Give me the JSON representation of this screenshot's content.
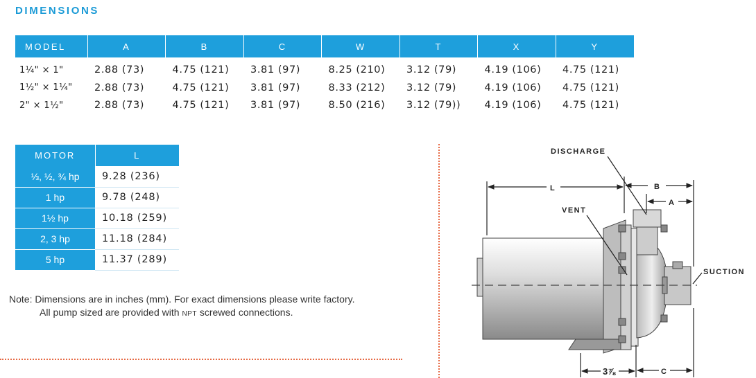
{
  "heading": "DIMENSIONS",
  "dimensions_table": {
    "headers": [
      "MODEL",
      "A",
      "B",
      "C",
      "W",
      "T",
      "X",
      "Y"
    ],
    "rows": [
      [
        "1¼\" × 1\"",
        "2.88 (73)",
        "4.75 (121)",
        "3.81 (97)",
        "8.25 (210)",
        "3.12 (79)",
        "4.19 (106)",
        "4.75 (121)"
      ],
      [
        "1½\" × 1¼\"",
        "2.88 (73)",
        "4.75 (121)",
        "3.81 (97)",
        "8.33 (212)",
        "3.12 (79)",
        "4.19 (106)",
        "4.75 (121)"
      ],
      [
        "2\" × 1½\"",
        "2.88 (73)",
        "4.75 (121)",
        "3.81 (97)",
        "8.50 (216)",
        "3.12 (79))",
        "4.19 (106)",
        "4.75 (121)"
      ]
    ]
  },
  "motor_table": {
    "headers": [
      "MOTOR",
      "L"
    ],
    "rows": [
      [
        "⅓, ½, ¾ hp",
        "9.28 (236)"
      ],
      [
        "1 hp",
        "9.78 (248)"
      ],
      [
        "1½ hp",
        "10.18 (259)"
      ],
      [
        "2, 3 hp",
        "11.18 (284)"
      ],
      [
        "5 hp",
        "11.37 (289)"
      ]
    ]
  },
  "note": {
    "line1": "Note: Dimensions are in inches (mm). For exact dimensions please write factory.",
    "line2_before": "All pump sized are provided with ",
    "line2_sc": "NPT",
    "line2_after": " screwed connections."
  },
  "drawing": {
    "labels": {
      "discharge": "DISCHARGE",
      "vent": "VENT",
      "suction": "SUCTION",
      "L": "L",
      "A": "A",
      "B": "B",
      "C": "C",
      "foot": "3⅞"
    }
  },
  "colors": {
    "accent": "#1e9fdc",
    "heading": "#1a9ad6",
    "divider": "#e66a45"
  }
}
